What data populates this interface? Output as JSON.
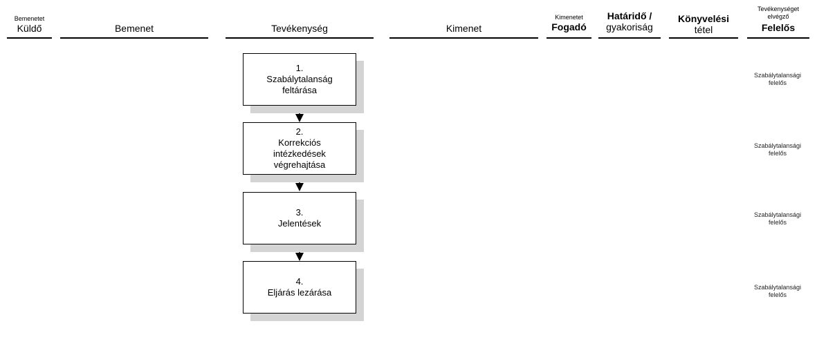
{
  "columns": {
    "kuldo": {
      "small": "Bemenetet",
      "label": "Küldő"
    },
    "bemenet": {
      "label": "Bemenet"
    },
    "tevekenyseg": {
      "label": "Tevékenység"
    },
    "kimenet": {
      "label": "Kimenet"
    },
    "fogado": {
      "small": "Kimenetet",
      "label": "Fogadó"
    },
    "hatarido": {
      "label1": "Határidő /",
      "label2": "gyakoriság"
    },
    "konyveles": {
      "label1": "Könyvelési",
      "label2": "tétel"
    },
    "felelos": {
      "small1": "Tevékenységet",
      "small2": "elvégző",
      "label": "Felelős"
    }
  },
  "steps": [
    {
      "num": "1.",
      "lines": [
        "Szabálytalanság",
        "feltárása"
      ],
      "resp": [
        "Szabálytalansági",
        "felelős"
      ]
    },
    {
      "num": "2.",
      "lines": [
        "Korrekciós",
        "intézkedések",
        "végrehajtása"
      ],
      "resp": [
        "Szabálytalansági",
        "felelős"
      ]
    },
    {
      "num": "3.",
      "lines": [
        "Jelentések"
      ],
      "resp": [
        "Szabálytalansági",
        "felelős"
      ]
    },
    {
      "num": "4.",
      "lines": [
        "Eljárás lezárása"
      ],
      "resp": [
        "Szabálytalansági",
        "felelős"
      ]
    }
  ]
}
